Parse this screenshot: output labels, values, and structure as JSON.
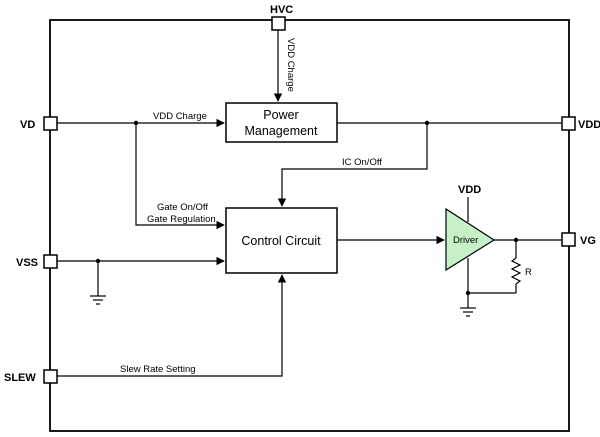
{
  "pins": {
    "hvc": "HVC",
    "vd": "VD",
    "vdd": "VDD",
    "vss": "VSS",
    "vg": "VG",
    "slew": "SLEW"
  },
  "blocks": {
    "power_management_line1": "Power",
    "power_management_line2": "Management",
    "control_circuit": "Control Circuit",
    "driver": "Driver"
  },
  "signals": {
    "vdd_charge_vertical": "VDD Charge",
    "vdd_charge": "VDD Charge",
    "ic_on_off": "IC On/Off",
    "gate_on_off": "Gate On/Off",
    "gate_regulation": "Gate Regulation",
    "slew_rate_setting": "Slew Rate Setting",
    "driver_supply": "VDD",
    "resistor": "R"
  },
  "colors": {
    "driver_fill": "#c8f0c8"
  }
}
